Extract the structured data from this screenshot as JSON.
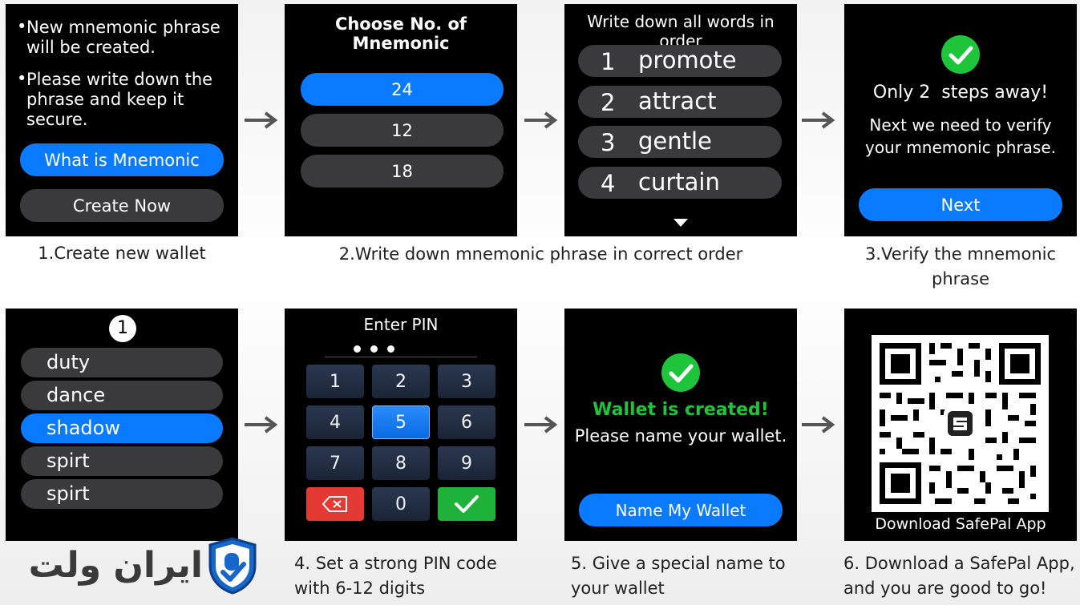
{
  "screen1": {
    "bullet1": "New mnemonic phrase will be created.",
    "bullet2": "Please write down the phrase and keep it secure.",
    "what_button": "What is Mnemonic",
    "create_button": "Create Now"
  },
  "screen2": {
    "title": "Choose No. of Mnemonic",
    "options": [
      "24",
      "12",
      "18"
    ]
  },
  "screen3": {
    "title": "Write down all words in order",
    "words": [
      {
        "num": "1",
        "word": "promote"
      },
      {
        "num": "2",
        "word": "attract"
      },
      {
        "num": "3",
        "word": "gentle"
      },
      {
        "num": "4",
        "word": "curtain"
      }
    ]
  },
  "screen4": {
    "title": "Only 2  steps away!",
    "message": "Next we need to verify your mnemonic phrase.",
    "next_button": "Next"
  },
  "screen5": {
    "step_number": "1",
    "words": [
      "duty",
      "dance",
      "shadow",
      "spirt",
      "spirt"
    ]
  },
  "screen6": {
    "title": "Enter PIN",
    "keys": [
      "1",
      "2",
      "3",
      "4",
      "5",
      "6",
      "7",
      "8",
      "9",
      "0"
    ]
  },
  "screen7": {
    "success": "Wallet is created!",
    "message": "Please name your wallet.",
    "name_button": "Name My Wallet"
  },
  "screen8": {
    "caption": "Download SafePal App"
  },
  "captions": {
    "c1": "1.Create new wallet",
    "c2": "2.Write down mnemonic phrase in correct order",
    "c3": "3.Verify the mnemonic phrase",
    "c4": "4. Set a strong PIN code with 6-12 digits",
    "c5": "5. Give a special name to your wallet",
    "c6": "6. Download a SafePal App, and you are good to go!"
  },
  "logo": {
    "text": "ایران ولت"
  },
  "colors": {
    "accent": "#0a7bff",
    "success": "#1ec53b",
    "danger": "#e53935",
    "arrow": "#555555"
  }
}
